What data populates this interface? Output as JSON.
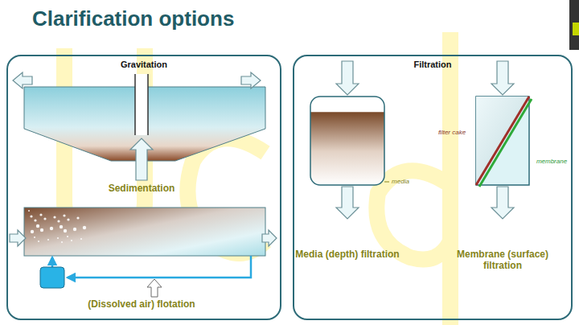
{
  "diagram": {
    "title": "Clarification options",
    "nodes": [
      {
        "text": [
          "Gravitation"
        ]
      },
      {
        "text": [
          "Filtration"
        ]
      }
    ],
    "labels": [
      "Sedimentation",
      "(Dissolved air) flotation",
      "media",
      "Media (depth) filtration",
      "filter cake",
      "membrane",
      "Membrane (surface) filtration"
    ]
  }
}
